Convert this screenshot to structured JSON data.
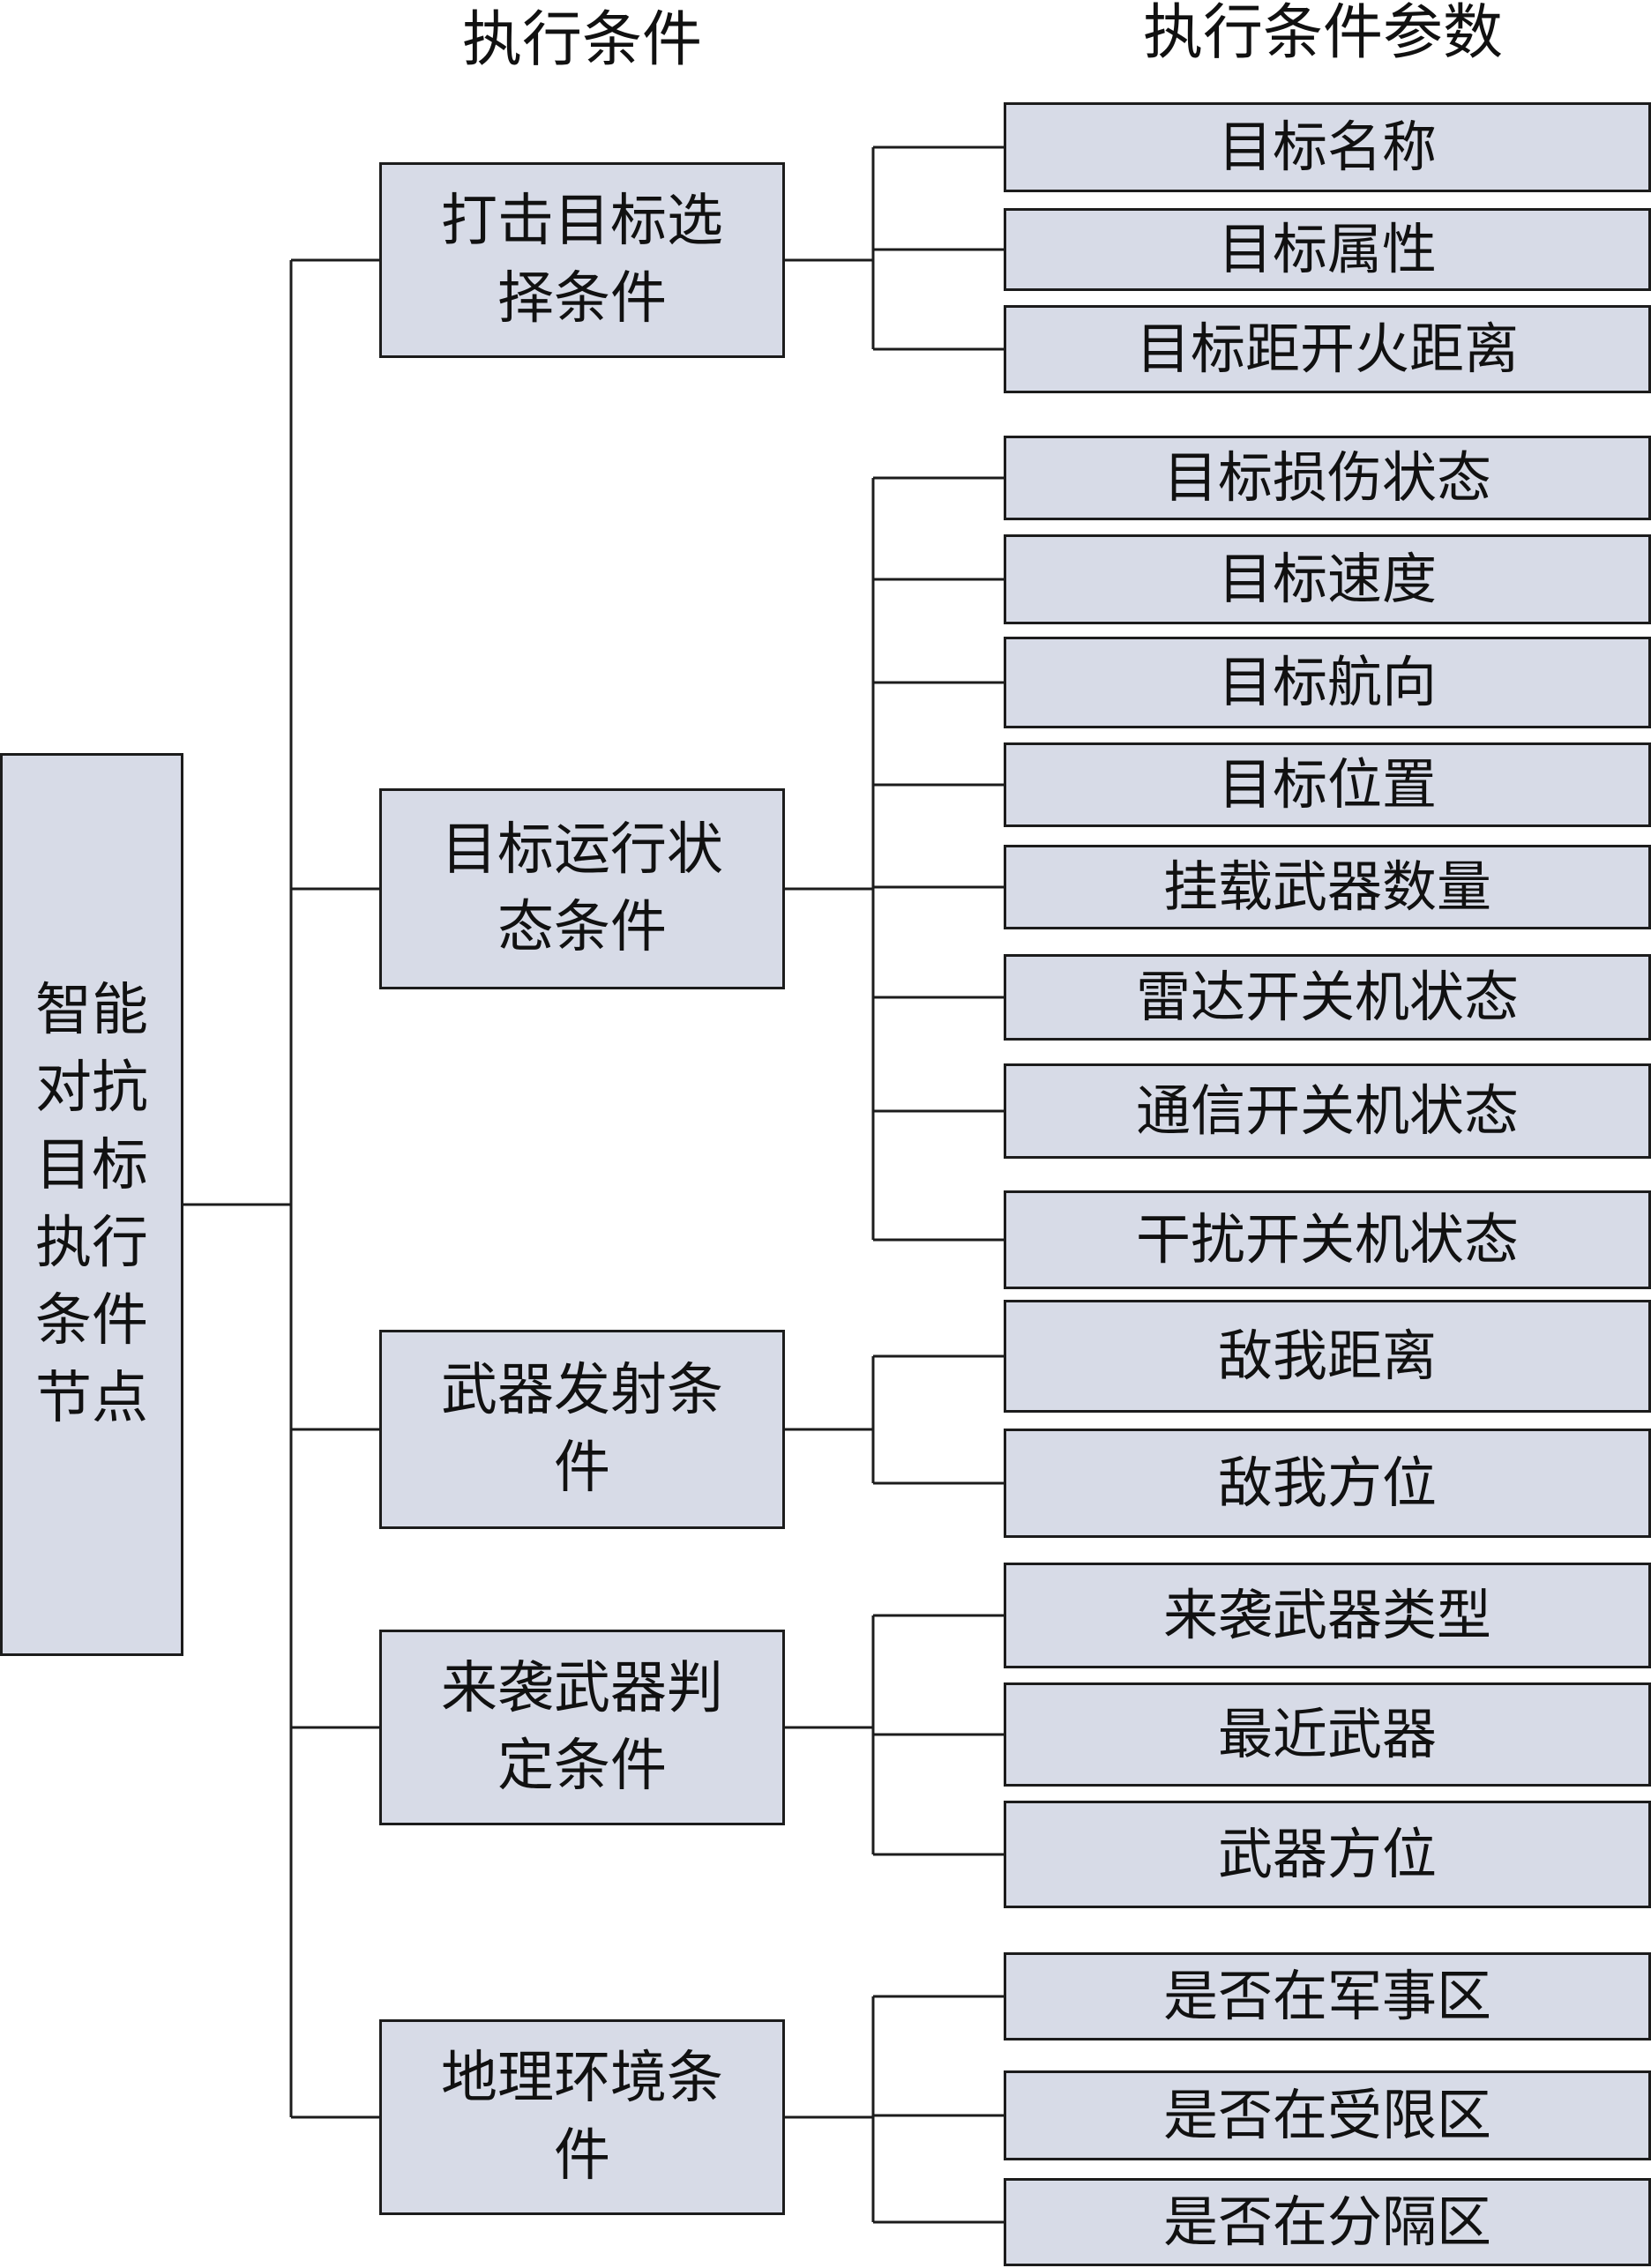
{
  "headers": {
    "conditions": "执行条件",
    "parameters": "执行条件参数"
  },
  "root": {
    "label": "智能对抗目标执行条件节点"
  },
  "conditions": [
    {
      "label": "打击目标选择条件",
      "params": [
        "目标名称",
        "目标属性",
        "目标距开火距离"
      ]
    },
    {
      "label": "目标运行状态条件",
      "params": [
        "目标损伤状态",
        "目标速度",
        "目标航向",
        "目标位置",
        "挂载武器数量",
        "雷达开关机状态",
        "通信开关机状态",
        "干扰开关机状态"
      ]
    },
    {
      "label": "武器发射条件",
      "params": [
        "敌我距离",
        "敌我方位"
      ]
    },
    {
      "label": "来袭武器判定条件",
      "params": [
        "来袭武器类型",
        "最近武器",
        "武器方位"
      ]
    },
    {
      "label": "地理环境条件",
      "params": [
        "是否在军事区",
        "是否在受限区",
        "是否在分隔区"
      ]
    }
  ],
  "colors": {
    "box_fill": "#d7dbe7",
    "line": "#1c1c1c"
  }
}
